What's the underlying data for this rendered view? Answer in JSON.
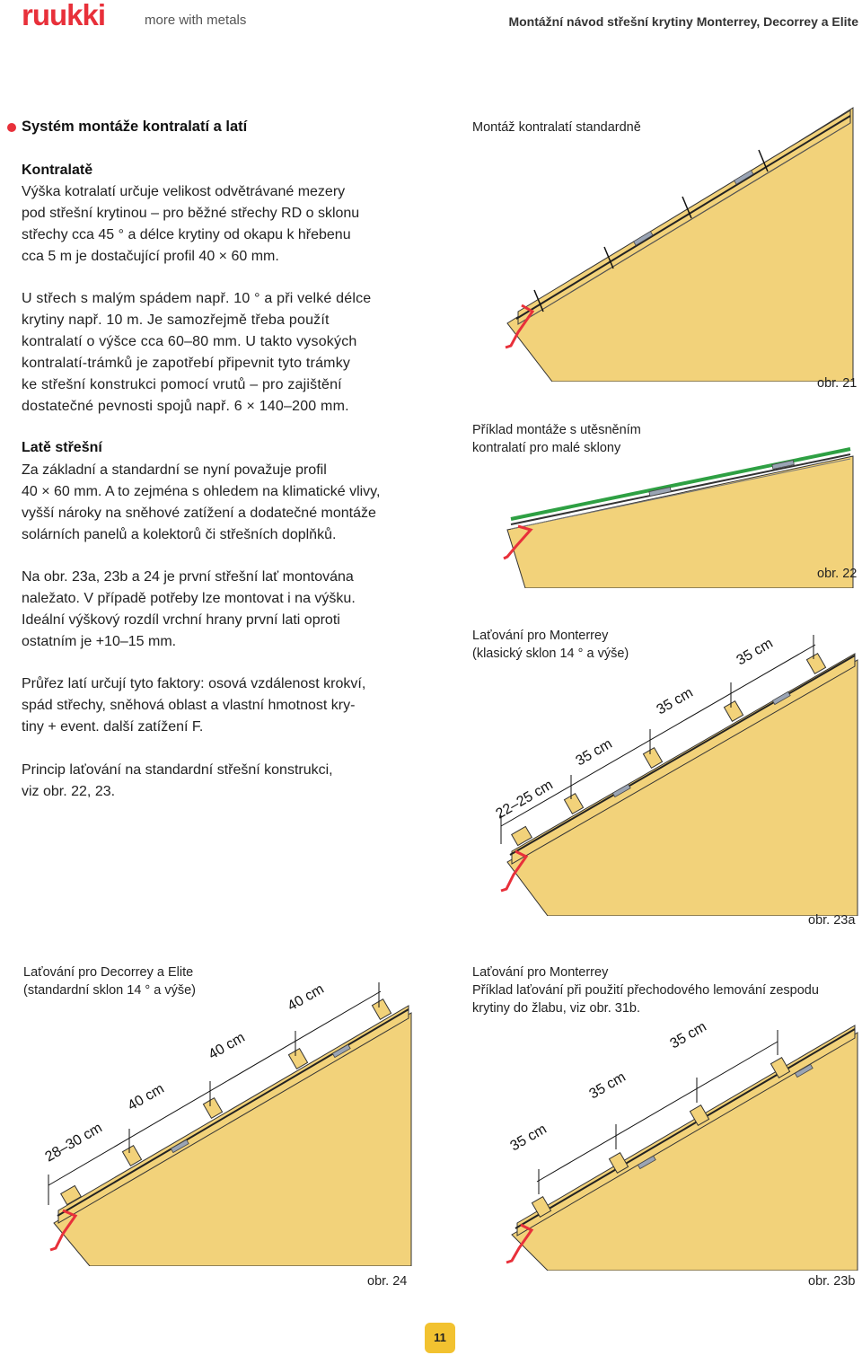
{
  "header": {
    "logo_text": "ruukki",
    "tagline": "more with metals",
    "doc_title": "Montážní návod střešní krytiny Monterrey, Decorrey a Elite",
    "brand_color": "#e8303a"
  },
  "section_title": "Systém montáže kontralatí a latí",
  "kontralate": {
    "heading": "Kontralatě",
    "lines": [
      "Výška kotralatí určuje velikost odvětrávané mezery",
      "pod střešní krytinou – pro běžné střechy RD o sklonu",
      "střechy cca 45 ° a délce krytiny od okapu k hřebenu",
      "cca 5 m je dostačující profil 40 × 60 mm."
    ]
  },
  "low_slope": {
    "lines": [
      "U střech s malým spádem např. 10 ° a při velké délce",
      "krytiny např. 10 m. Je samozřejmě třeba použít",
      "kontralatí o výšce cca 60–80 mm. U takto vysokých",
      "kontralatí-trámků je zapotřebí připevnit tyto trámky",
      "ke střešní konstrukci pomocí vrutů – pro zajištění",
      "dostatečné pevnosti spojů např. 6 × 140–200 mm."
    ]
  },
  "late": {
    "heading": "Latě střešní",
    "lines": [
      "Za základní a standardní se nyní považuje profil",
      "40 × 60 mm. A to zejména s ohledem na klimatické vlivy,",
      "vyšší nároky na sněhové zatížení a dodatečné montáže",
      "solárních panelů a kolektorů či střešních doplňků."
    ]
  },
  "first_batten": {
    "lines": [
      "Na obr. 23a, 23b a 24 je první střešní lať montována",
      "naležato. V případě potřeby lze montovat i na výšku.",
      "Ideální výškový rozdíl vrchní hrany první lati oproti",
      "ostatním je +10–15 mm."
    ]
  },
  "cross_section": {
    "lines": [
      "Průřez latí určují tyto faktory: osová vzdálenost krokví,",
      "spád střechy, sněhová oblast a vlastní hmotnost kry-",
      "tiny + event. další zatížení F."
    ]
  },
  "principle": {
    "lines": [
      "Princip laťování na standardní střešní konstrukci,",
      "viz obr. 22, 23."
    ]
  },
  "figures": {
    "fig21": {
      "caption": "Montáž kontralatí standardně",
      "label": "obr. 21"
    },
    "fig22": {
      "caption_lines": [
        "Příklad montáže s utěsněním",
        "kontralatí pro malé sklony"
      ],
      "label": "obr. 22"
    },
    "fig23a": {
      "caption_lines": [
        "Laťování pro Monterrey",
        "(klasický sklon 14 ° a výše)"
      ],
      "label": "obr. 23a",
      "dims": [
        "22–25 cm",
        "35 cm",
        "35 cm",
        "35 cm"
      ]
    },
    "fig24": {
      "caption_lines": [
        "Laťování pro Decorrey a Elite",
        "(standardní sklon 14 ° a výše)"
      ],
      "label": "obr. 24",
      "dims": [
        "28–30 cm",
        "40 cm",
        "40 cm",
        "40 cm"
      ]
    },
    "fig23b": {
      "caption_lines": [
        "Laťování pro Monterrey",
        "Příklad laťování při použití přechodového lemování zespodu",
        "krytiny do žlabu, viz obr. 31b."
      ],
      "label": "obr. 23b",
      "dims": [
        "35 cm",
        "35 cm",
        "35 cm"
      ]
    }
  },
  "page_number": "11",
  "colors": {
    "wood": "#f2d27a",
    "sealing_tape": "#2ea043",
    "accent": "#e8303a",
    "page_badge": "#f2c230"
  }
}
